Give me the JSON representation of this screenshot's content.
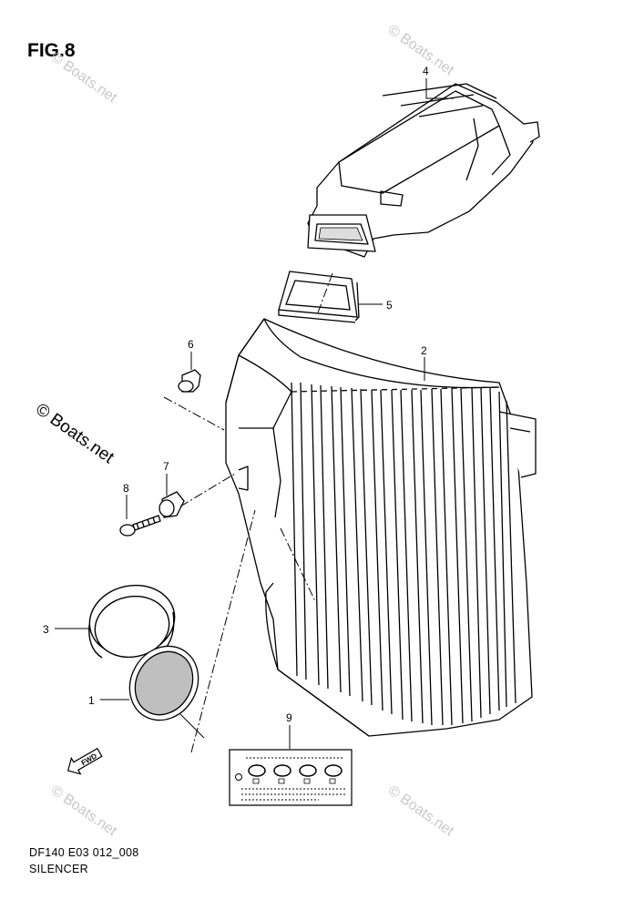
{
  "figure": {
    "title": "FIG.8"
  },
  "footer": {
    "code": "DF140 E03 012_008",
    "name": "SILENCER"
  },
  "watermark": {
    "text": "© Boats.net"
  },
  "callouts": {
    "p1": "1",
    "p2": "2",
    "p3": "3",
    "p4": "4",
    "p5": "5",
    "p6": "6",
    "p7": "7",
    "p8": "8",
    "p9": "9"
  },
  "arrow": {
    "label": "FWD"
  }
}
